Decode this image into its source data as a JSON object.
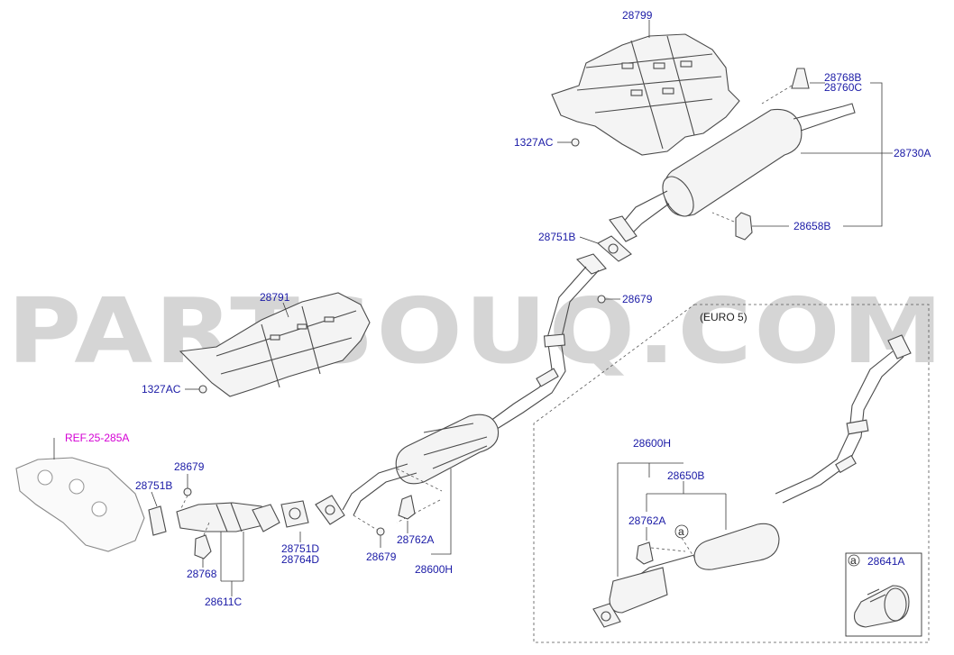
{
  "watermark": "PARTSOUQ.COM",
  "inset_title": "(EURO 5)",
  "ref_label": "REF.25-285A",
  "callout_letter": "a",
  "labels": {
    "p28799": "28799",
    "p28768b": "28768B",
    "p28760c": "28760C",
    "p1327ac_top": "1327AC",
    "p28730a": "28730A",
    "p28658b": "28658B",
    "p28751b_top": "28751B",
    "p28679_mid": "28679",
    "p28791": "28791",
    "p1327ac_mid": "1327AC",
    "p28679_left": "28679",
    "p28751b_left": "28751B",
    "p28768": "28768",
    "p28611c": "28611C",
    "p28751d": "28751D",
    "p28764d": "28764D",
    "p28679_low": "28679",
    "p28762a": "28762A",
    "p28600h": "28600H",
    "p28600h_inset": "28600H",
    "p28650b": "28650B",
    "p28762a_inset": "28762A",
    "p28641a": "28641A"
  }
}
